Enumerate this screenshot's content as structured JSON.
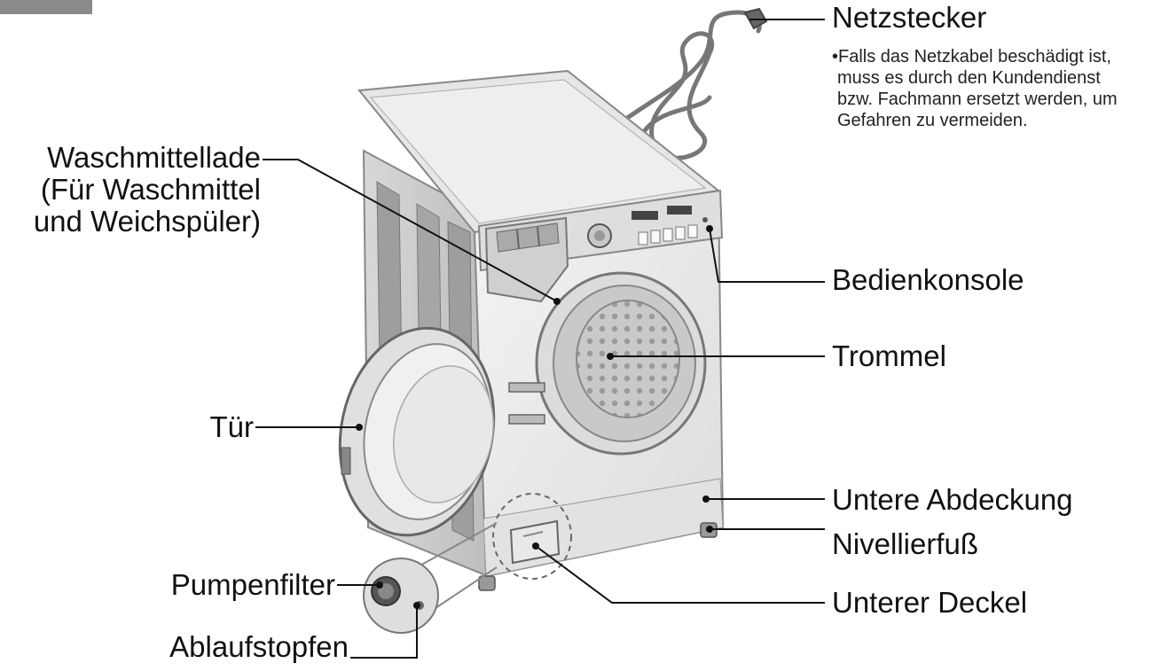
{
  "labels": {
    "netzstecker": "Netzstecker",
    "waschmittellade": [
      "Waschmittellade",
      "(Für Waschmittel",
      "und Weichspüler)"
    ],
    "bedienkonsole": "Bedienkonsole",
    "trommel": "Trommel",
    "tuer": "Tür",
    "untere_abdeckung": "Untere Abdeckung",
    "nivellierfuss": "Nivellierfuß",
    "pumpenfilter": "Pumpenfilter",
    "unterer_deckel": "Unterer Deckel",
    "ablaufstopfen": "Ablaufstopfen"
  },
  "note": [
    "•Falls das Netzkabel beschädigt ist,",
    "muss es durch den Kundendienst",
    "bzw. Fachmann ersetzt werden, um",
    "Gefahren zu vermeiden."
  ]
}
